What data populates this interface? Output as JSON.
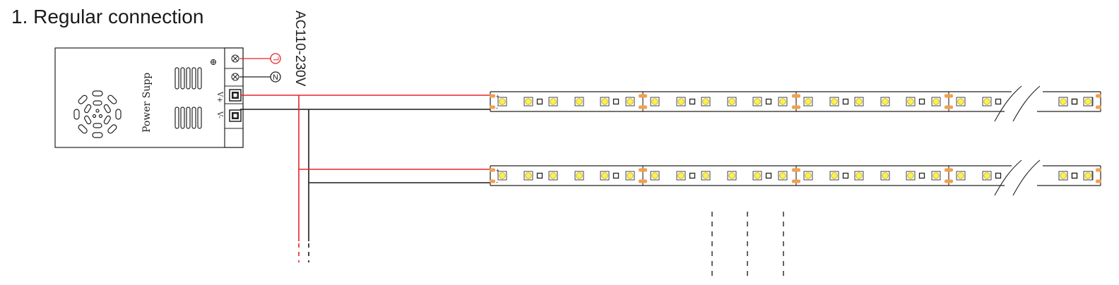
{
  "title": "1. Regular connection",
  "voltage_label": "AC110-230V",
  "psu": {
    "label": "Power Supp",
    "terminal_l": "L",
    "terminal_n": "N",
    "terminal_vplus": "V+",
    "terminal_vminus": "V-"
  },
  "strip": {
    "plus": "+",
    "minus": "-"
  },
  "colors": {
    "positive_wire": "#e8232b",
    "negative_wire": "#1a1a1a",
    "led_yellow": "#fff04a",
    "solder_pad": "#f0a050"
  },
  "icons": {
    "ground": "ground-icon",
    "fan": "fan-vent-icon",
    "screw_terminal": "screw-terminal-icon",
    "break": "strip-break-icon"
  }
}
